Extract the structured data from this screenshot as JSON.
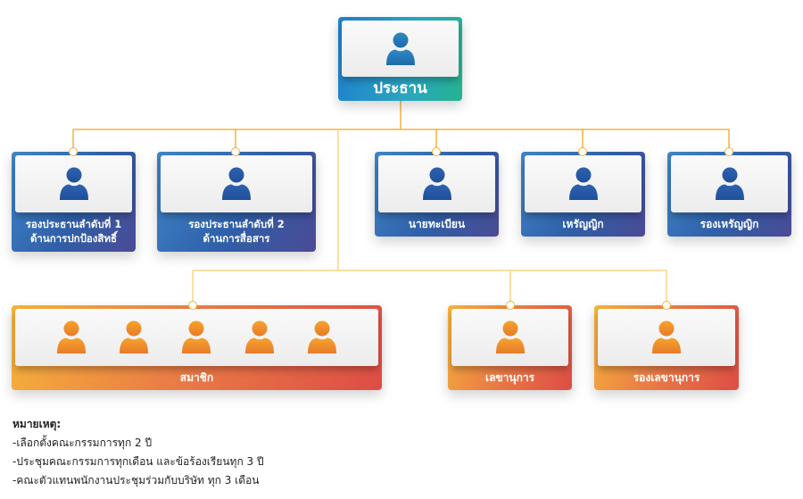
{
  "connector_color": "#f2b33d",
  "chairman": {
    "label": "ประธาน",
    "icon": "person-icon"
  },
  "level2": [
    {
      "lines": [
        "รองประธานลำดับที่ 1",
        "ด้านการปกป้องสิทธิ์"
      ],
      "icon": "person-icon"
    },
    {
      "lines": [
        "รองประธานลำดับที่ 2",
        "ด้านการสื่อสาร"
      ],
      "icon": "person-icon"
    },
    {
      "lines": [
        "นายทะเบียน"
      ],
      "icon": "person-icon"
    },
    {
      "lines": [
        "เหรัญญิก"
      ],
      "icon": "person-icon"
    },
    {
      "lines": [
        "รองเหรัญญิก"
      ],
      "icon": "person-icon"
    }
  ],
  "level3": [
    {
      "lines": [
        "สมาชิก"
      ],
      "icon": "person-icon",
      "icon_count": 5
    },
    {
      "lines": [
        "เลขานุการ"
      ],
      "icon": "person-icon",
      "icon_count": 1
    },
    {
      "lines": [
        "รองเลขานุการ"
      ],
      "icon": "person-icon",
      "icon_count": 1
    }
  ],
  "notes": {
    "title": "หมายเหตุ:",
    "items": [
      "-เลือกตั้งคณะกรรมการทุก 2 ปี",
      "-ประชุมคณะกรรมการทุกเดือน และข้อร้องเรียนทุก 3 ปี",
      "-คณะตัวแทนพนักงานประชุมร่วมกับบริษัท ทุก 3 เดือน"
    ]
  },
  "colors": {
    "blue": "#2f5fa8",
    "teal": "#25b38f",
    "orange": "#ea7e45",
    "red": "#dd4d45"
  }
}
